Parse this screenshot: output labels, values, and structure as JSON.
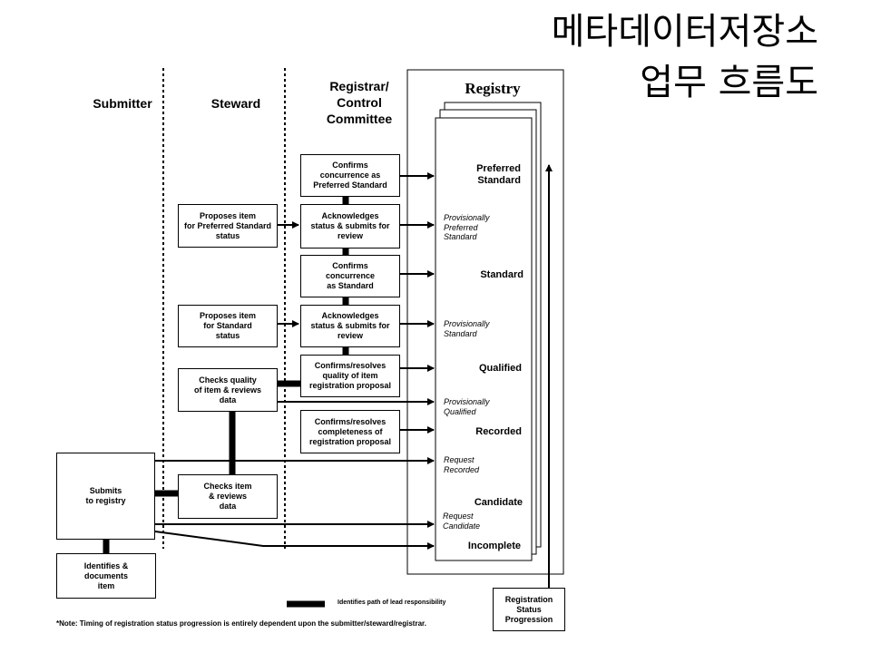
{
  "title": {
    "line1": "메타데이터저장소",
    "line2": "업무 흐름도"
  },
  "lanes": {
    "submitter": "Submitter",
    "steward": "Steward",
    "registrar": "Registrar/\nControl\nCommittee",
    "registry": "Registry"
  },
  "boxes": {
    "submits": "Submits\nto registry",
    "identifies": "Identifies &\ndocuments\nitem",
    "steward_pref": "Proposes item\nfor Preferred Standard\nstatus",
    "steward_std": "Proposes item\nfor Standard\nstatus",
    "steward_quality": "Checks quality\nof item & reviews\ndata",
    "steward_check": "Checks item\n& reviews\ndata",
    "reg_confirm_pref": "Confirms\nconcurrence as\nPreferred Standard",
    "reg_ack_pref": "Acknowledges\nstatus & submits for\nreview",
    "reg_confirm_std": "Confirms\nconcurrence\nas Standard",
    "reg_ack_std": "Acknowledges\nstatus & submits for\nreview",
    "reg_quality": "Confirms/resolves\nquality of item\nregistration proposal",
    "reg_complete": "Confirms/resolves\ncompleteness of\nregistration proposal",
    "progression": "Registration\nStatus\nProgression"
  },
  "statuses": {
    "preferred": "Preferred\nStandard",
    "prov_preferred": "Provisionally\nPreferred\nStandard",
    "standard": "Standard",
    "prov_standard": "Provisionally\nStandard",
    "qualified": "Qualified",
    "prov_qualified": "Provisionally\nQualified",
    "recorded": "Recorded",
    "req_recorded": "Request\nRecorded",
    "candidate": "Candidate",
    "req_candidate": "Request\nCandidate",
    "incomplete": "Incomplete"
  },
  "legend": "Identifies path of lead responsibility",
  "note": "*Note: Timing of registration status progression is entirely dependent upon the submitter/steward/registrar."
}
